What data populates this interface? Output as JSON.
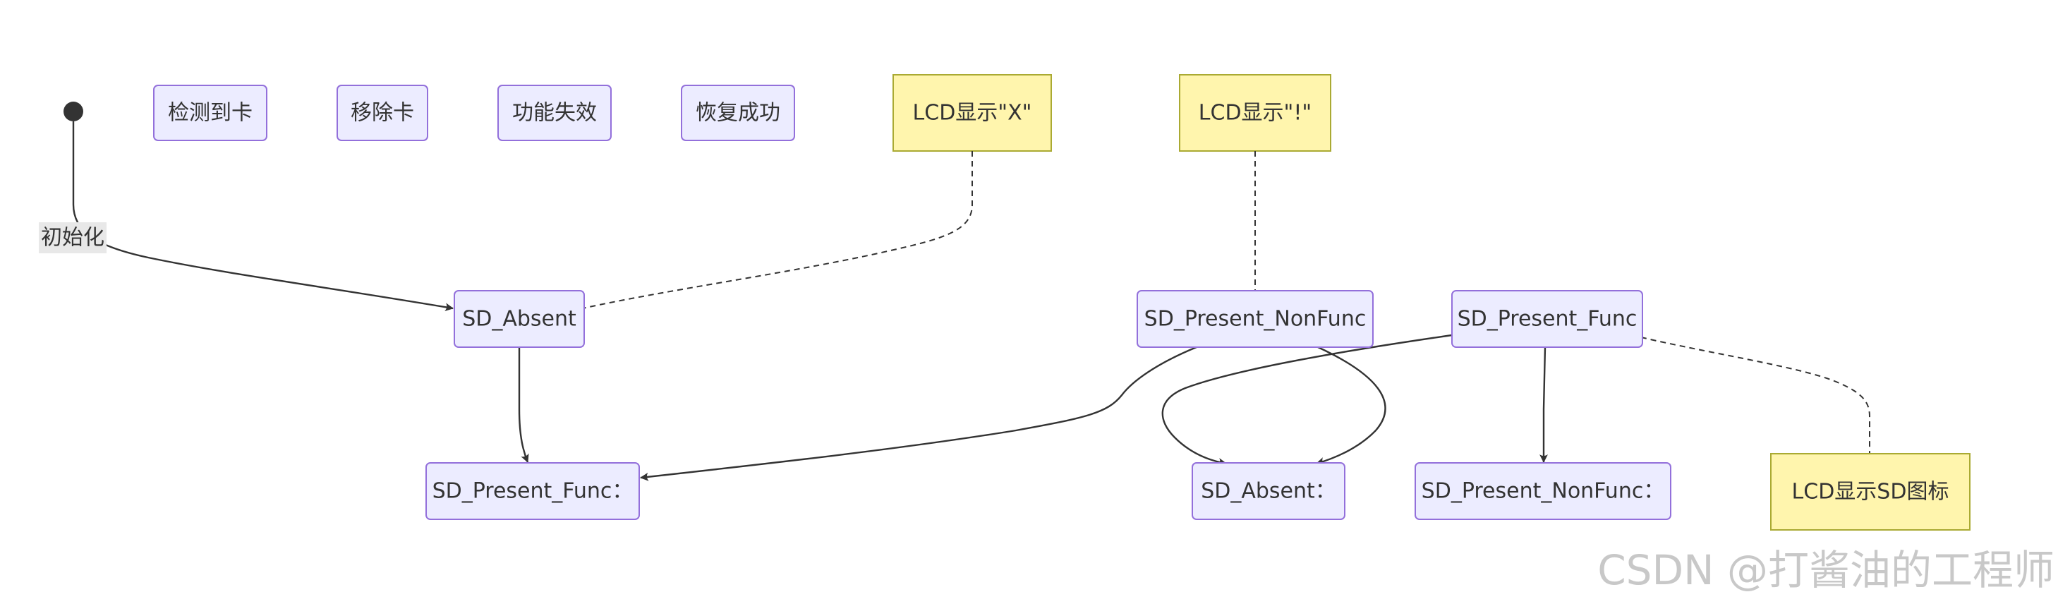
{
  "diagram": {
    "legend_states": [
      "检测到卡",
      "移除卡",
      "功能失效",
      "恢复成功"
    ],
    "states": {
      "sd_absent": "SD_Absent",
      "sd_present_nonfunc": "SD_Present_NonFunc",
      "sd_present_func": "SD_Present_Func",
      "sd_present_func_colon": "SD_Present_Func：",
      "sd_absent_colon": "SD_Absent：",
      "sd_present_nonfunc_colon": "SD_Present_NonFunc："
    },
    "notes": {
      "lcd_x": "LCD显示\"X\"",
      "lcd_bang": "LCD显示\"!\"",
      "lcd_sd_icon": "LCD显示SD图标"
    },
    "edge_labels": {
      "init": "初始化"
    },
    "colors": {
      "state_fill": "#ECECFF",
      "state_stroke": "#9370DB",
      "note_fill": "#FFF5AD",
      "note_stroke": "#AAAA33",
      "edge": "#333333"
    }
  },
  "watermark": "CSDN @打酱油的工程师"
}
